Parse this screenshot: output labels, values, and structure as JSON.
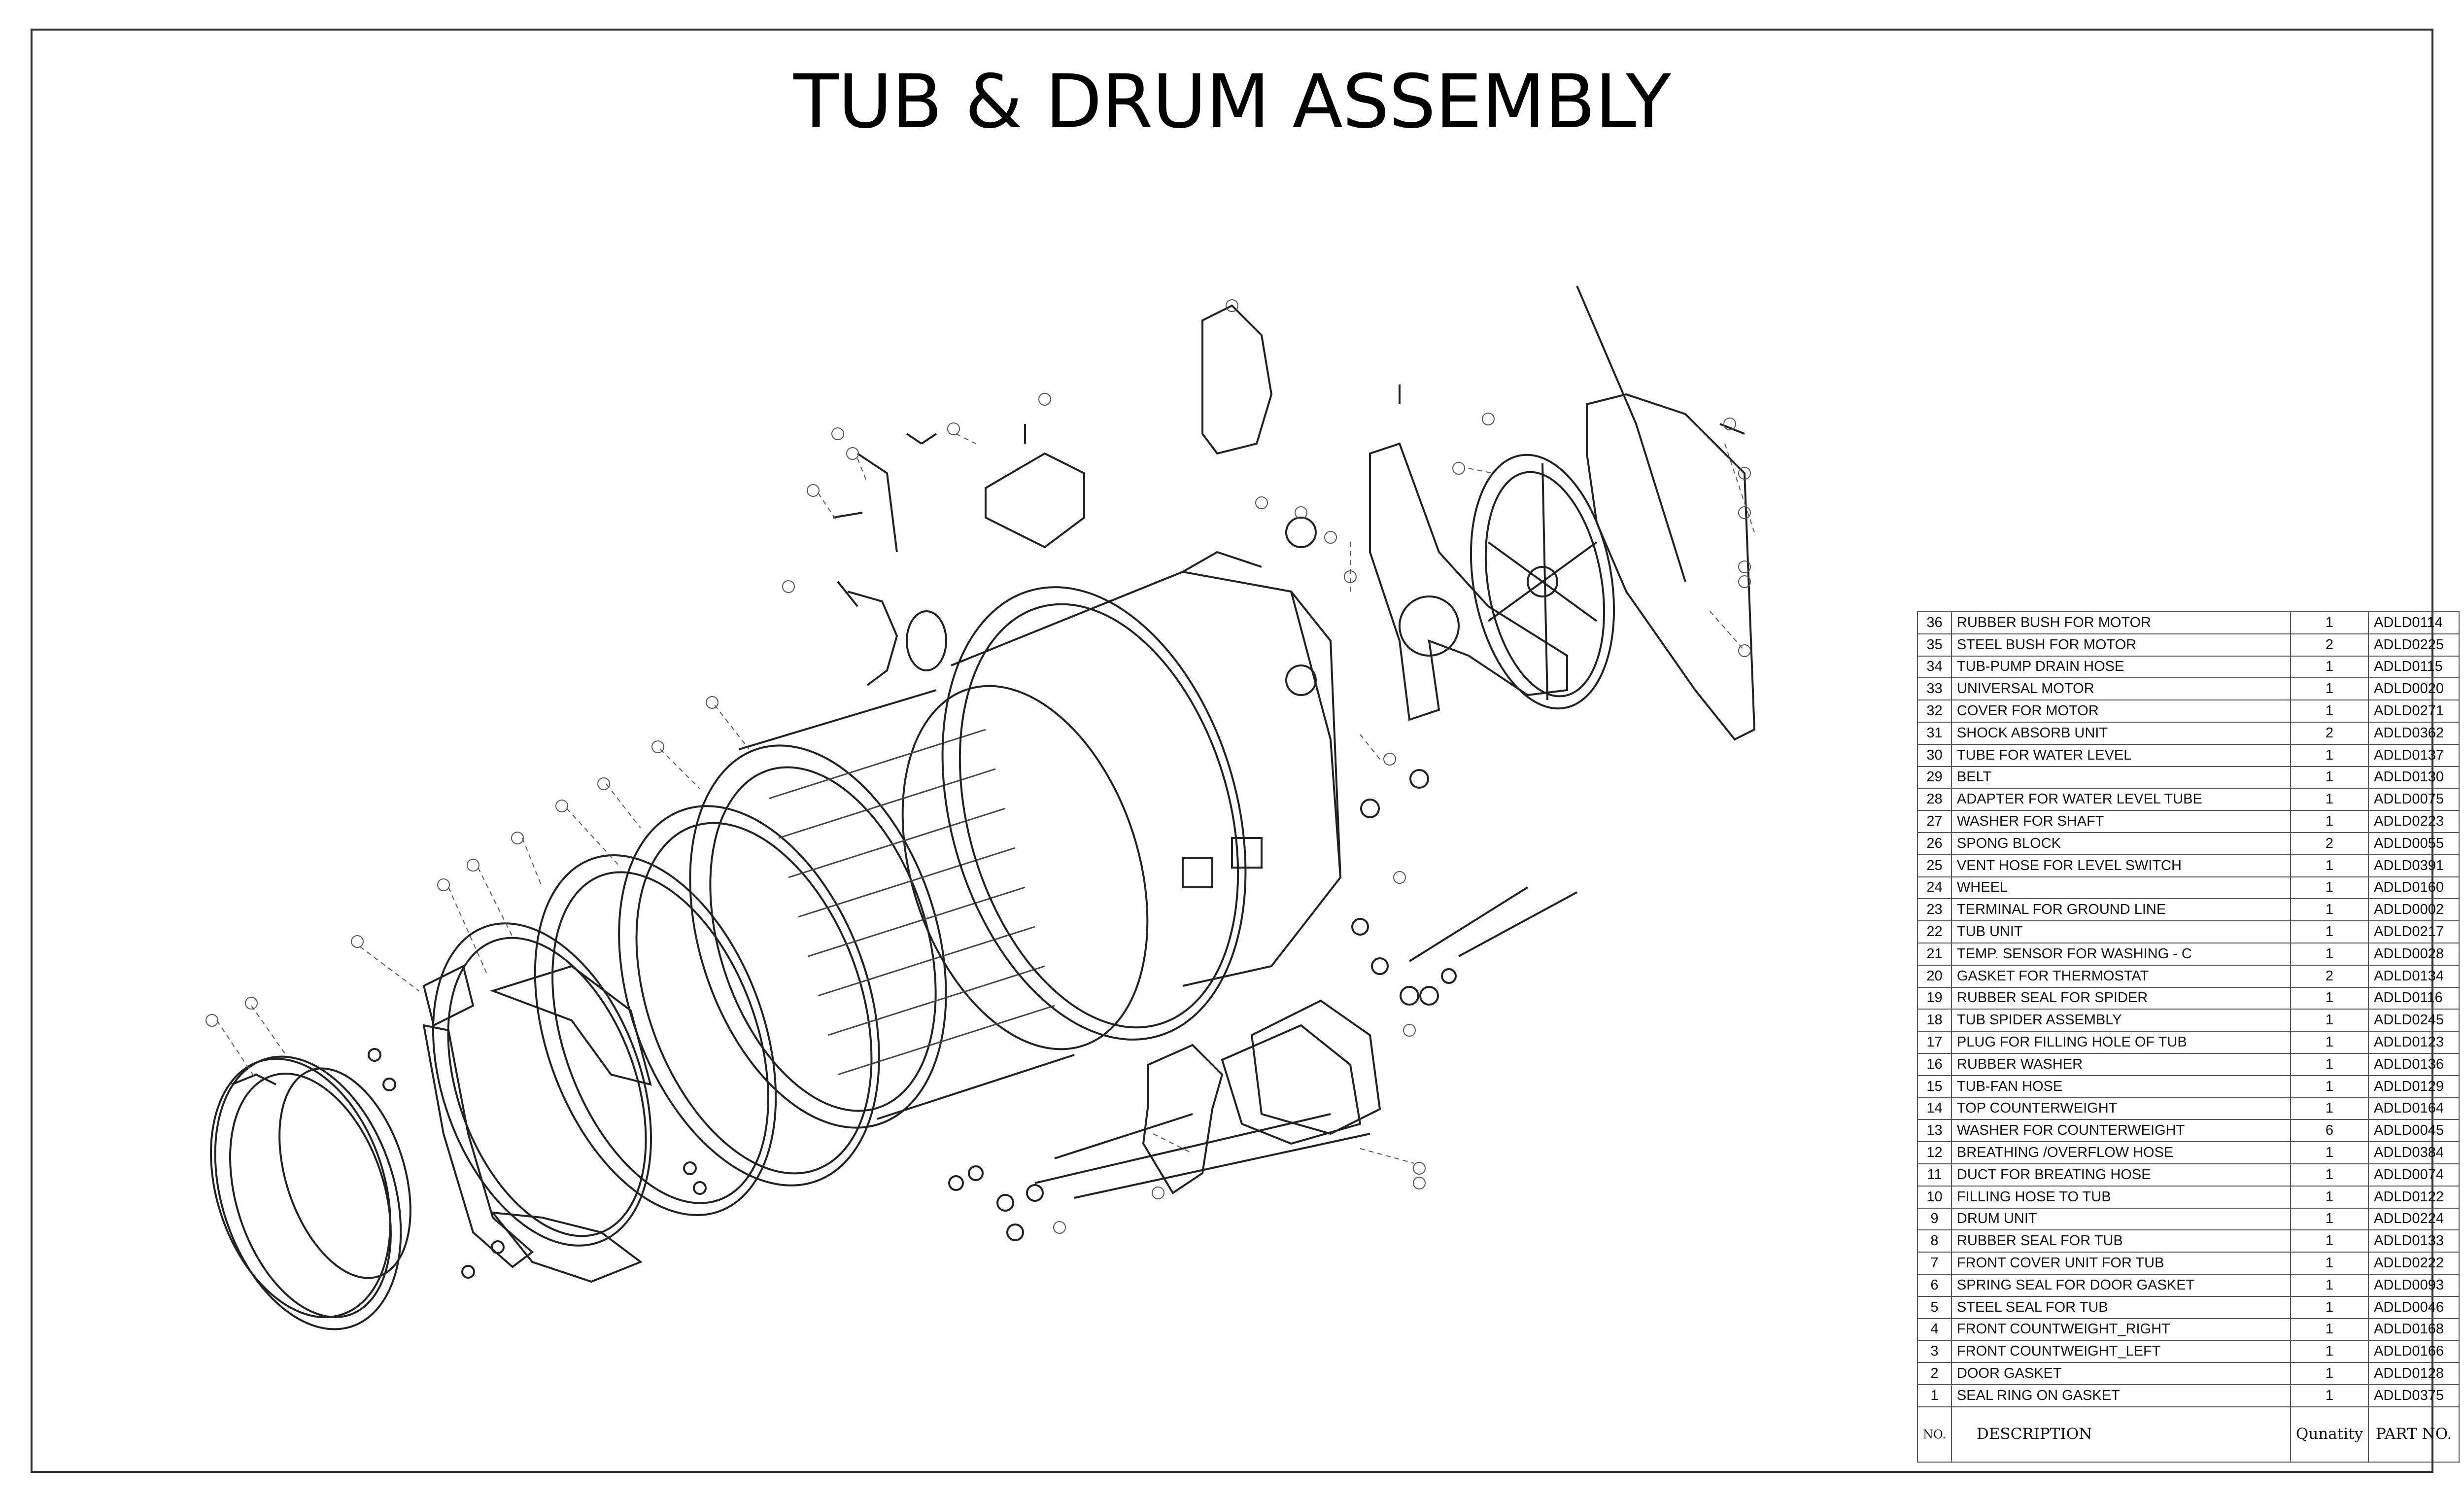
{
  "title": "TUB & DRUM ASSEMBLY",
  "parts_list": {
    "header": {
      "no": "NO.",
      "description": "DESCRIPTION",
      "quantity": "Qunatity",
      "part_no": "PART NO."
    },
    "rows": [
      {
        "no": "36",
        "description": "RUBBER BUSH FOR MOTOR",
        "qty": "1",
        "part": "ADLD0114"
      },
      {
        "no": "35",
        "description": "STEEL BUSH FOR MOTOR",
        "qty": "2",
        "part": "ADLD0225"
      },
      {
        "no": "34",
        "description": "TUB-PUMP DRAIN HOSE",
        "qty": "1",
        "part": "ADLD0115"
      },
      {
        "no": "33",
        "description": "UNIVERSAL MOTOR",
        "qty": "1",
        "part": "ADLD0020"
      },
      {
        "no": "32",
        "description": "COVER FOR MOTOR",
        "qty": "1",
        "part": "ADLD0271"
      },
      {
        "no": "31",
        "description": "SHOCK ABSORB UNIT",
        "qty": "2",
        "part": "ADLD0362"
      },
      {
        "no": "30",
        "description": "TUBE FOR WATER LEVEL",
        "qty": "1",
        "part": "ADLD0137"
      },
      {
        "no": "29",
        "description": "BELT",
        "qty": "1",
        "part": "ADLD0130"
      },
      {
        "no": "28",
        "description": "ADAPTER FOR WATER LEVEL TUBE",
        "qty": "1",
        "part": "ADLD0075"
      },
      {
        "no": "27",
        "description": "WASHER FOR SHAFT",
        "qty": "1",
        "part": "ADLD0223"
      },
      {
        "no": "26",
        "description": "SPONG BLOCK",
        "qty": "2",
        "part": "ADLD0055"
      },
      {
        "no": "25",
        "description": "VENT HOSE FOR LEVEL SWITCH",
        "qty": "1",
        "part": "ADLD0391"
      },
      {
        "no": "24",
        "description": "WHEEL",
        "qty": "1",
        "part": "ADLD0160"
      },
      {
        "no": "23",
        "description": "TERMINAL FOR GROUND LINE",
        "qty": "1",
        "part": "ADLD0002"
      },
      {
        "no": "22",
        "description": "TUB UNIT",
        "qty": "1",
        "part": "ADLD0217"
      },
      {
        "no": "21",
        "description": "TEMP. SENSOR FOR WASHING - C",
        "qty": "1",
        "part": "ADLD0028"
      },
      {
        "no": "20",
        "description": "GASKET FOR THERMOSTAT",
        "qty": "2",
        "part": "ADLD0134"
      },
      {
        "no": "19",
        "description": "RUBBER SEAL FOR SPIDER",
        "qty": "1",
        "part": "ADLD0116"
      },
      {
        "no": "18",
        "description": "TUB SPIDER ASSEMBLY",
        "qty": "1",
        "part": "ADLD0245"
      },
      {
        "no": "17",
        "description": "PLUG FOR FILLING HOLE OF TUB",
        "qty": "1",
        "part": "ADLD0123"
      },
      {
        "no": "16",
        "description": "RUBBER WASHER",
        "qty": "1",
        "part": "ADLD0136"
      },
      {
        "no": "15",
        "description": "TUB-FAN HOSE",
        "qty": "1",
        "part": "ADLD0129"
      },
      {
        "no": "14",
        "description": "TOP COUNTERWEIGHT",
        "qty": "1",
        "part": "ADLD0164"
      },
      {
        "no": "13",
        "description": "WASHER FOR COUNTERWEIGHT",
        "qty": "6",
        "part": "ADLD0045"
      },
      {
        "no": "12",
        "description": "BREATHING /OVERFLOW HOSE",
        "qty": "1",
        "part": "ADLD0384"
      },
      {
        "no": "11",
        "description": "DUCT FOR BREATING HOSE",
        "qty": "1",
        "part": "ADLD0074"
      },
      {
        "no": "10",
        "description": "FILLING HOSE TO TUB",
        "qty": "1",
        "part": "ADLD0122"
      },
      {
        "no": "9",
        "description": "DRUM UNIT",
        "qty": "1",
        "part": "ADLD0224"
      },
      {
        "no": "8",
        "description": "RUBBER SEAL FOR TUB",
        "qty": "1",
        "part": "ADLD0133"
      },
      {
        "no": "7",
        "description": "FRONT COVER UNIT FOR TUB",
        "qty": "1",
        "part": "ADLD0222"
      },
      {
        "no": "6",
        "description": "SPRING SEAL FOR DOOR GASKET",
        "qty": "1",
        "part": "ADLD0093"
      },
      {
        "no": "5",
        "description": "STEEL SEAL FOR TUB",
        "qty": "1",
        "part": "ADLD0046"
      },
      {
        "no": "4",
        "description": "FRONT COUNTWEIGHT_RIGHT",
        "qty": "1",
        "part": "ADLD0168"
      },
      {
        "no": "3",
        "description": "FRONT COUNTWEIGHT_LEFT",
        "qty": "1",
        "part": "ADLD0166"
      },
      {
        "no": "2",
        "description": "DOOR GASKET",
        "qty": "1",
        "part": "ADLD0128"
      },
      {
        "no": "1",
        "description": "SEAL RING ON GASKET",
        "qty": "1",
        "part": "ADLD0375"
      }
    ]
  }
}
